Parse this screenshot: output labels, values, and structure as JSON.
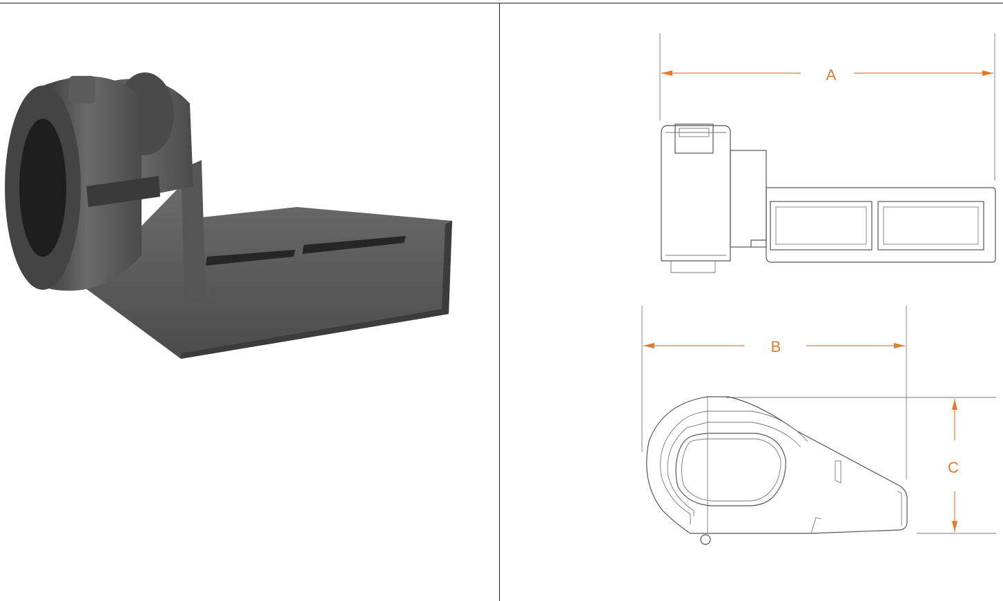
{
  "dimensions": {
    "a": "A",
    "b": "B",
    "c": "C"
  },
  "colors": {
    "dimension": "#e07a2e",
    "rule": "#222222",
    "part": "#4a4a4a"
  }
}
